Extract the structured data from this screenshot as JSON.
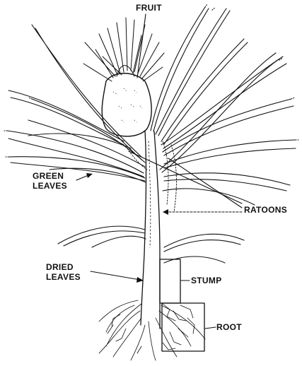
{
  "labels": {
    "fruit": "FRUIT",
    "green_leaves_line1": "GREEN",
    "green_leaves_line2": "LEAVES",
    "ratoons": "RATOONS",
    "dried_leaves_line1": "DRIED",
    "dried_leaves_line2": "LEAVES",
    "stump": "STUMP",
    "root": "ROOT"
  },
  "colors": {
    "ink": "#111111",
    "background": "#ffffff"
  }
}
